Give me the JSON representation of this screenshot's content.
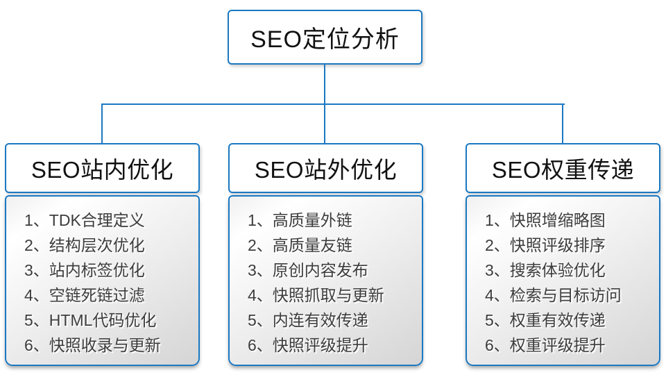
{
  "diagram": {
    "root": {
      "label": "SEO定位分析"
    },
    "columns": [
      {
        "title": "SEO站内优化",
        "items": [
          "1、TDK合理定义",
          "2、结构层次优化",
          "3、站内标签优化",
          "4、空链死链过滤",
          "5、HTML代码优化",
          "6、快照收录与更新"
        ]
      },
      {
        "title": "SEO站外优化",
        "items": [
          "1、高质量外链",
          "2、高质量友链",
          "3、原创内容发布",
          "4、快照抓取与更新",
          "5、内连有效传递",
          "6、快照评级提升"
        ]
      },
      {
        "title": "SEO权重传递",
        "items": [
          "1、快照增缩略图",
          "2、快照评级排序",
          "3、搜索体验优化",
          "4、检索与目标访问",
          "5、权重有效传递",
          "6、权重评级提升"
        ]
      }
    ],
    "colors": {
      "accent_blue": "#1a78c2",
      "list_bg_top": "#ffffff",
      "list_bg_bottom": "#d5d5d5",
      "text_dark": "#111111",
      "text_list": "#3c3c3c"
    }
  }
}
